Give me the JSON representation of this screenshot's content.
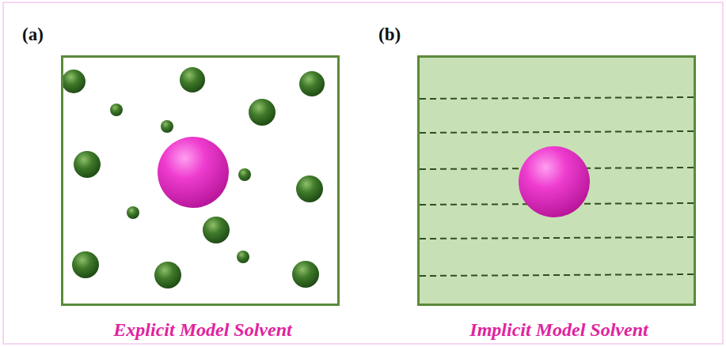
{
  "diagram": {
    "nodes": [
      {
        "text": [
          "(a)",
          "Explicit Model Solvent"
        ]
      },
      {
        "text": [
          "(b)",
          "Implicit Model Solvent"
        ]
      }
    ]
  }
}
